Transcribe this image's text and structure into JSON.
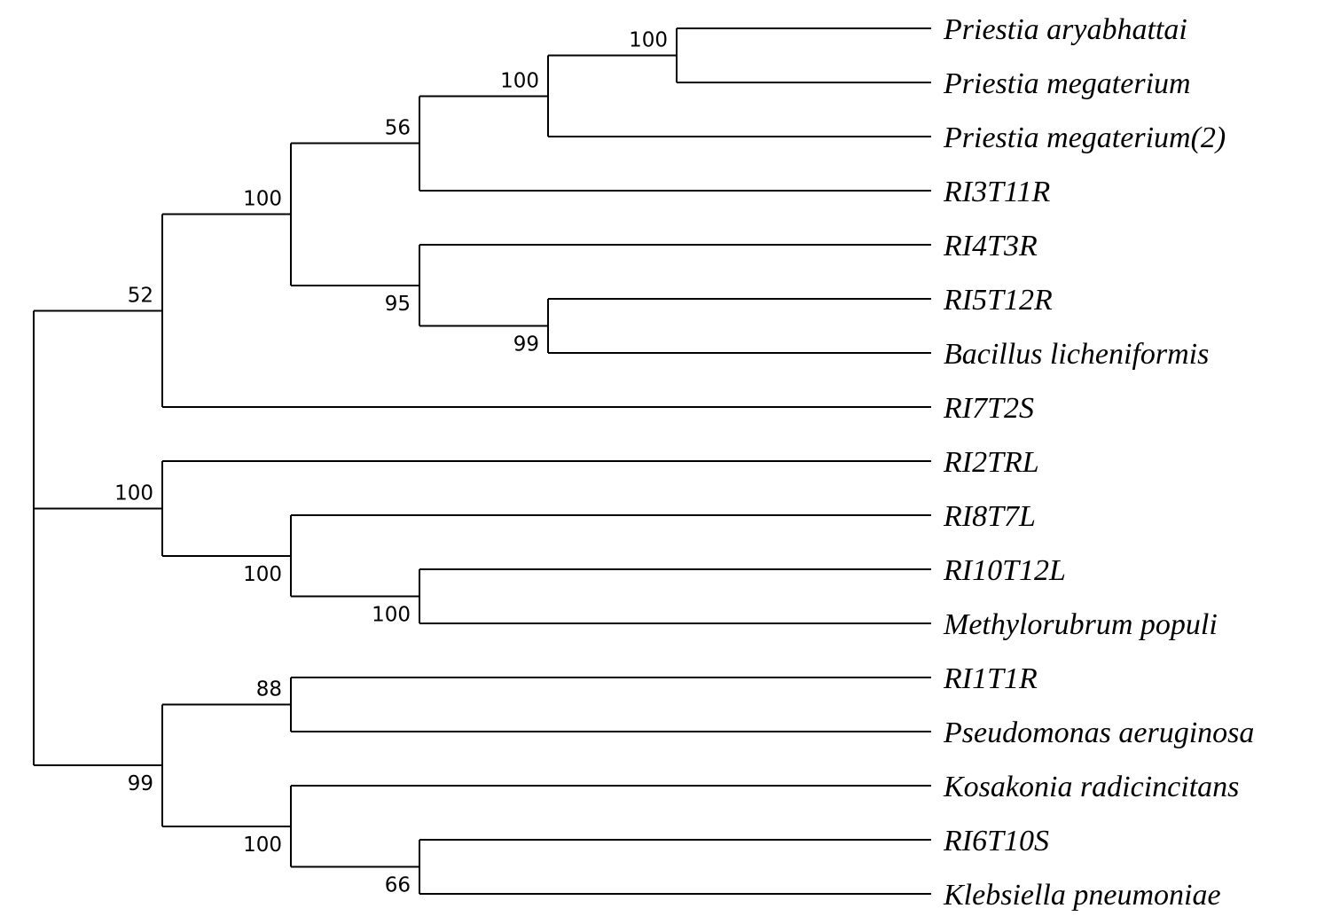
{
  "tree": {
    "children": [
      {
        "support": "52",
        "children": [
          {
            "support": "100",
            "children": [
              {
                "support": "56",
                "children": [
                  {
                    "support": "100",
                    "children": [
                      {
                        "support": "100",
                        "children": [
                          {
                            "label": "Priestia aryabhattai"
                          },
                          {
                            "label": "Priestia megaterium"
                          }
                        ]
                      },
                      {
                        "label": "Priestia megaterium(2)"
                      }
                    ]
                  },
                  {
                    "label": "RI3T11R"
                  }
                ]
              },
              {
                "support": "95",
                "children": [
                  {
                    "label": "RI4T3R"
                  },
                  {
                    "support": "99",
                    "children": [
                      {
                        "label": "RI5T12R"
                      },
                      {
                        "label": "Bacillus licheniformis"
                      }
                    ]
                  }
                ]
              }
            ]
          },
          {
            "label": "RI7T2S"
          }
        ]
      },
      {
        "support": "100",
        "children": [
          {
            "label": "RI2TRL"
          },
          {
            "support": "100",
            "children": [
              {
                "label": "RI8T7L"
              },
              {
                "support": "100",
                "children": [
                  {
                    "label": "RI10T12L"
                  },
                  {
                    "label": "Methylorubrum populi"
                  }
                ]
              }
            ]
          }
        ]
      },
      {
        "support": "99",
        "children": [
          {
            "support": "88",
            "children": [
              {
                "label": "RI1T1R"
              },
              {
                "label": "Pseudomonas aeruginosa"
              }
            ]
          },
          {
            "support": "100",
            "children": [
              {
                "label": "Kosakonia radicincitans"
              },
              {
                "support": "66",
                "children": [
                  {
                    "label": "RI6T10S"
                  },
                  {
                    "label": "Klebsiella pneumoniae"
                  }
                ]
              }
            ]
          }
        ]
      }
    ]
  }
}
